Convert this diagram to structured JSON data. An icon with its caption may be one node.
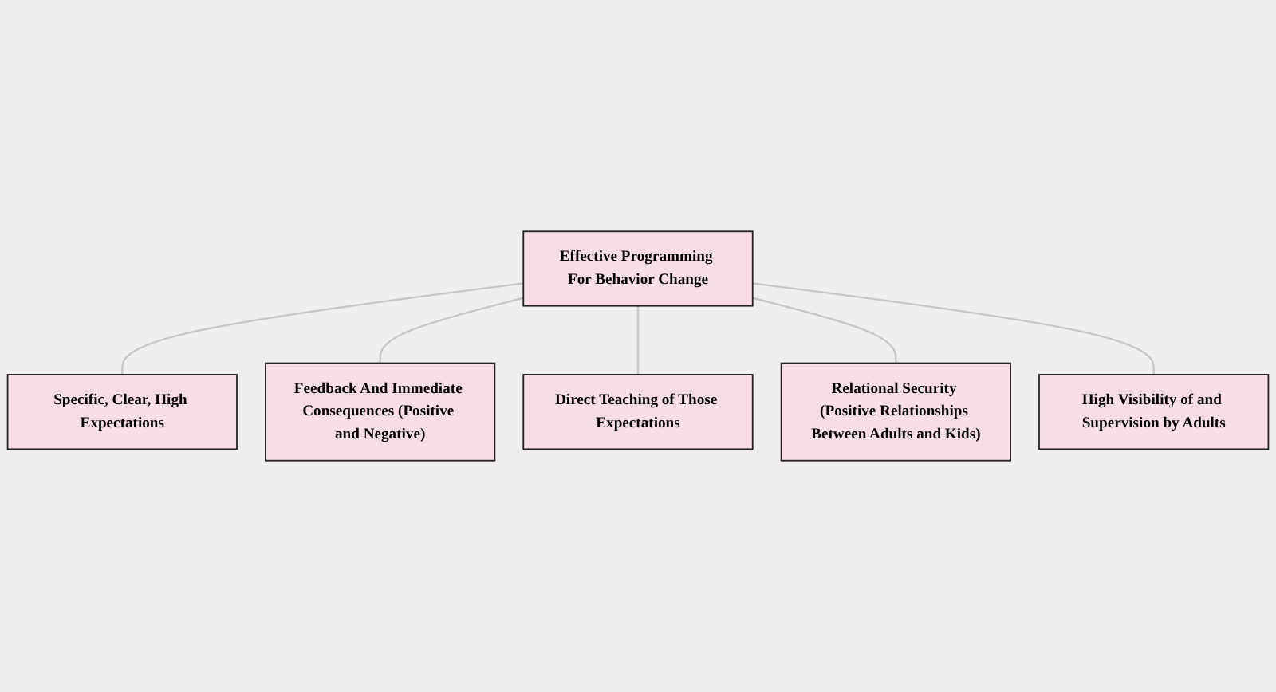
{
  "diagram": {
    "nodes": [
      {
        "text": [
          "Specific, Clear, High Expectations"
        ]
      },
      {
        "text": [
          "Feedback And Immediate Consequences (Positive and Negative)"
        ]
      },
      {
        "text": [
          "Direct Teaching of Those Expectations"
        ]
      },
      {
        "text": [
          "Effective Programming For Behavior Change"
        ]
      },
      {
        "text": [
          "Relational Security (Positive Relationships Between Adults and Kids)"
        ]
      },
      {
        "text": [
          "High Visibility of and Supervision by Adults"
        ]
      }
    ],
    "edges": [
      {
        "from": 3,
        "to": 0,
        "arrow": "none"
      },
      {
        "from": 3,
        "to": 1,
        "arrow": "none"
      },
      {
        "from": 3,
        "to": 2,
        "arrow": "none"
      },
      {
        "from": 3,
        "to": 4,
        "arrow": "none"
      },
      {
        "from": 3,
        "to": 5,
        "arrow": "none"
      }
    ]
  }
}
